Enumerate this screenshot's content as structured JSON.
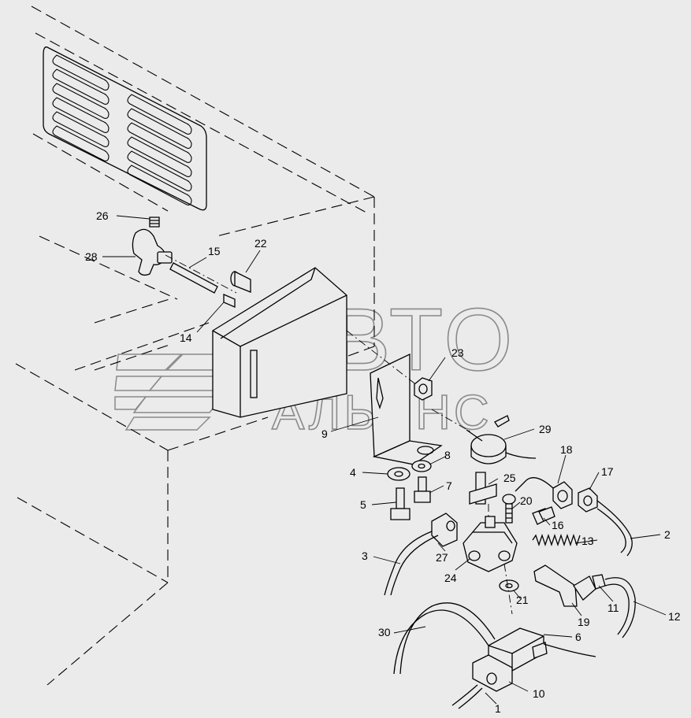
{
  "watermark": {
    "line1": "АВТО",
    "line2": "АЛЬЯНС"
  },
  "callouts": [
    {
      "label": "26",
      "name": "callout-26-set-screw"
    },
    {
      "label": "28",
      "name": "callout-28-star-knob"
    },
    {
      "label": "15",
      "name": "callout-15-pin"
    },
    {
      "label": "22",
      "name": "callout-22-screw"
    },
    {
      "label": "14",
      "name": "callout-14-nut"
    },
    {
      "label": "23",
      "name": "callout-23-nut"
    },
    {
      "label": "9",
      "name": "callout-9-bracket"
    },
    {
      "label": "29",
      "name": "callout-29-sensor"
    },
    {
      "label": "18",
      "name": "callout-18-fitting"
    },
    {
      "label": "17",
      "name": "callout-17-fitting"
    },
    {
      "label": "2",
      "name": "callout-2-tube"
    },
    {
      "label": "8",
      "name": "callout-8-washer"
    },
    {
      "label": "4",
      "name": "callout-4-washer"
    },
    {
      "label": "7",
      "name": "callout-7-bolt"
    },
    {
      "label": "5",
      "name": "callout-5-bolt"
    },
    {
      "label": "25",
      "name": "callout-25-clip"
    },
    {
      "label": "20",
      "name": "callout-20-screw"
    },
    {
      "label": "16",
      "name": "callout-16-fitting"
    },
    {
      "label": "13",
      "name": "callout-13-spring"
    },
    {
      "label": "3",
      "name": "callout-3-tube"
    },
    {
      "label": "27",
      "name": "callout-27-elbow"
    },
    {
      "label": "24",
      "name": "callout-24-valve"
    },
    {
      "label": "21",
      "name": "callout-21-washer"
    },
    {
      "label": "19",
      "name": "callout-19-elbow"
    },
    {
      "label": "11",
      "name": "callout-11-clamp"
    },
    {
      "label": "12",
      "name": "callout-12-tube"
    },
    {
      "label": "30",
      "name": "callout-30-tube"
    },
    {
      "label": "6",
      "name": "callout-6-block"
    },
    {
      "label": "10",
      "name": "callout-10-connector"
    },
    {
      "label": "1",
      "name": "callout-1-cable"
    }
  ]
}
